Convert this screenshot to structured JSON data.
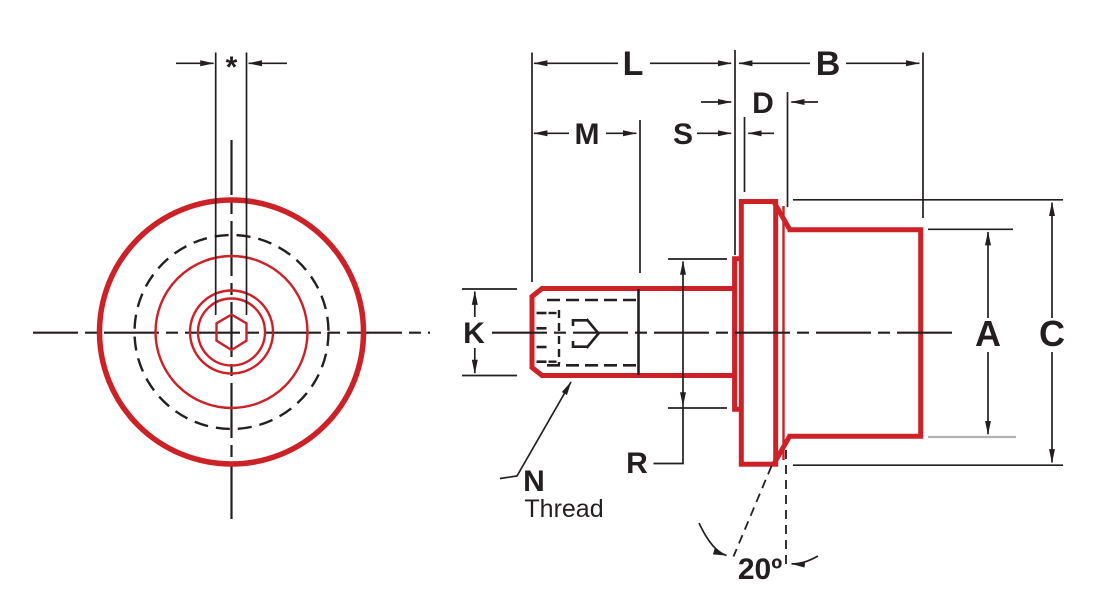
{
  "colors": {
    "outline_red": "#cc2127",
    "line_black": "#231f20",
    "ext_line_gray": "#b2b0b0",
    "background": "#ffffff"
  },
  "front_view": {
    "hex_socket_dim_label": "*"
  },
  "side_view": {
    "dims": {
      "L": "L",
      "B": "B",
      "M": "M",
      "S": "S",
      "D": "D",
      "K": "K",
      "R": "R",
      "A": "A",
      "C": "C"
    },
    "thread_callout": {
      "line1": "N",
      "line2": "Thread"
    },
    "angle_label": "20º"
  }
}
